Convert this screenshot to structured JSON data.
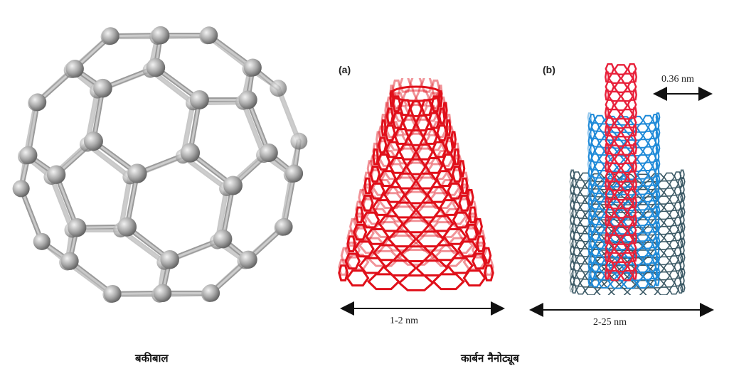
{
  "buckyball": {
    "caption": "बकीबाल"
  },
  "nanotube": {
    "caption": "कार्बन नैनोट्यूब",
    "panel_a": {
      "label": "(a)",
      "dimension": "1-2 nm",
      "color": "#e0101a"
    },
    "panel_b": {
      "label": "(b)",
      "dimension": "2-25 nm",
      "spacing": "0.36 nm",
      "colors": {
        "inner": "#e8203a",
        "middle": "#1f8ad8",
        "outer": "#3c5a66"
      }
    }
  }
}
